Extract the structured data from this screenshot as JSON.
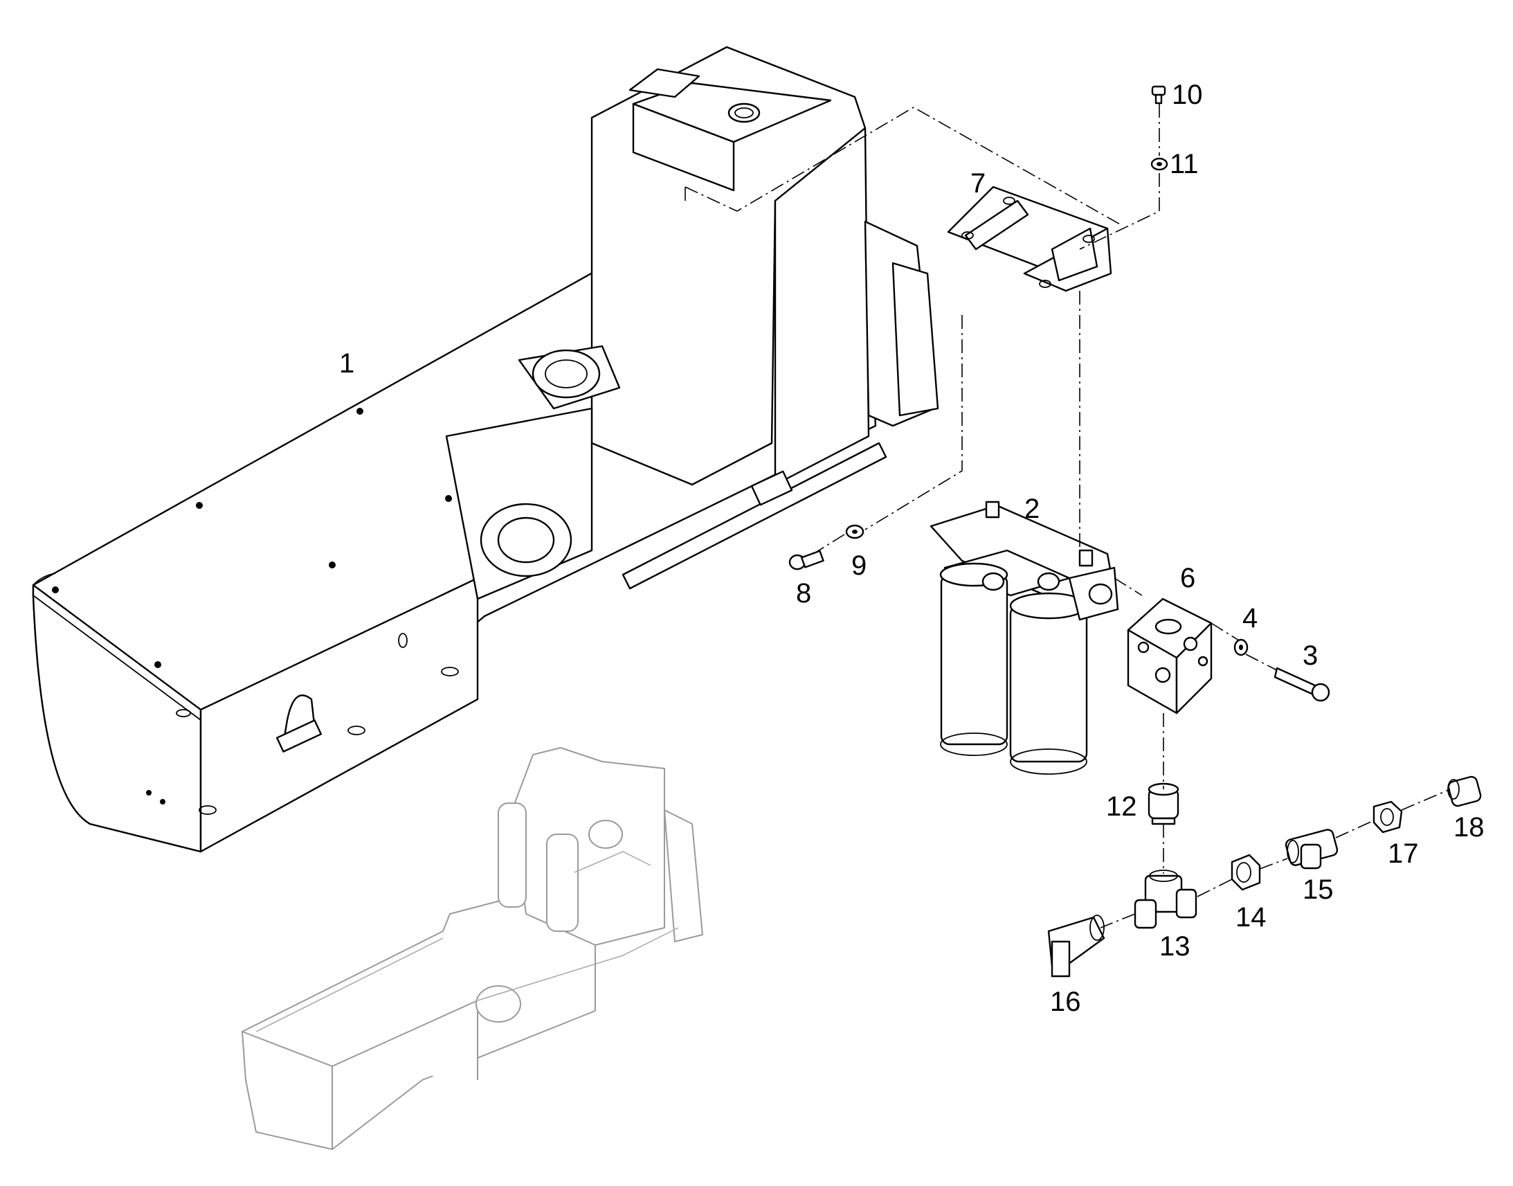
{
  "callouts": {
    "c1": "1",
    "c2": "2",
    "c3": "3",
    "c4": "4",
    "c5_missing": "",
    "c6": "6",
    "c7": "7",
    "c8": "8",
    "c9": "9",
    "c10": "10",
    "c11": "11",
    "c12": "12",
    "c13": "13",
    "c14": "14",
    "c15": "15",
    "c16": "16",
    "c17": "17",
    "c18": "18"
  },
  "colors": {
    "line": "#000000",
    "ghost": "#9a9a9a",
    "background": "#ffffff"
  }
}
